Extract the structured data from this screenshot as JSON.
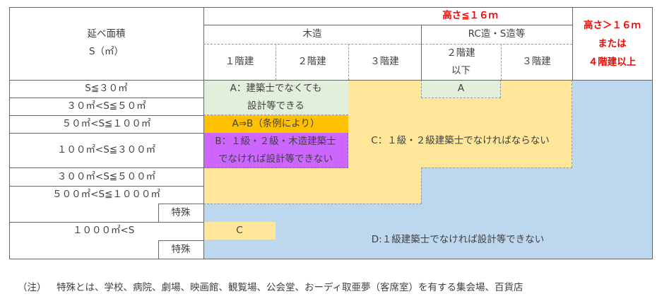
{
  "header": {
    "area_label_line1": "延べ面積",
    "area_label_line2": "S（㎡）",
    "height_le_16": "高さ≦１６ｍ",
    "wood": "木造",
    "rc_s": "RC造・S造等",
    "wood_1f": "１階建",
    "wood_2f": "２階建",
    "wood_3f": "３階建",
    "rc_2f_line1": "２階建",
    "rc_2f_line2": "以下",
    "rc_3f": "３階建",
    "height_gt_16_line1": "高さ＞１６ｍ",
    "height_gt_16_line2": "または",
    "height_gt_16_line3": "４階建以上"
  },
  "rows": [
    {
      "label": "S≦３０㎡"
    },
    {
      "label": "３０㎡<S≦５０㎡"
    },
    {
      "label": "５０㎡<S≦１００㎡"
    },
    {
      "label": "１００㎡<S≦３００㎡"
    },
    {
      "label": "３００㎡<S≦５００㎡"
    },
    {
      "label": "５００㎡<S≦１０００㎡"
    },
    {
      "label": "特殊"
    },
    {
      "label": "１０００㎡<S"
    },
    {
      "label": "特殊"
    }
  ],
  "zones": {
    "a_line1": "A：建築士でなくても",
    "a_line2": "設計等できる",
    "a_rc": "A",
    "a_to_b": "A⇒B（条例により）",
    "b_line1": "B：１級・２級・木造建築士",
    "b_line2": "でなければ設計等できない",
    "c_main": "C：１級・２級建築士でなければならない",
    "c_small": "C",
    "d_main": "D:１級建築士でなければ設計等できない"
  },
  "colors": {
    "zone_a": "#e2efda",
    "zone_a_to_b": "#ffc000",
    "zone_b": "#cc66ff",
    "zone_c": "#ffe699",
    "zone_d": "#bdd7ee",
    "red_text": "#ff0000"
  },
  "note": {
    "label": "（注）",
    "text": "特殊とは、学校、病院、劇場、映画館、観覧場、公会堂、おーディ取亜夢（客席室）を有する集会場、百貨店"
  }
}
